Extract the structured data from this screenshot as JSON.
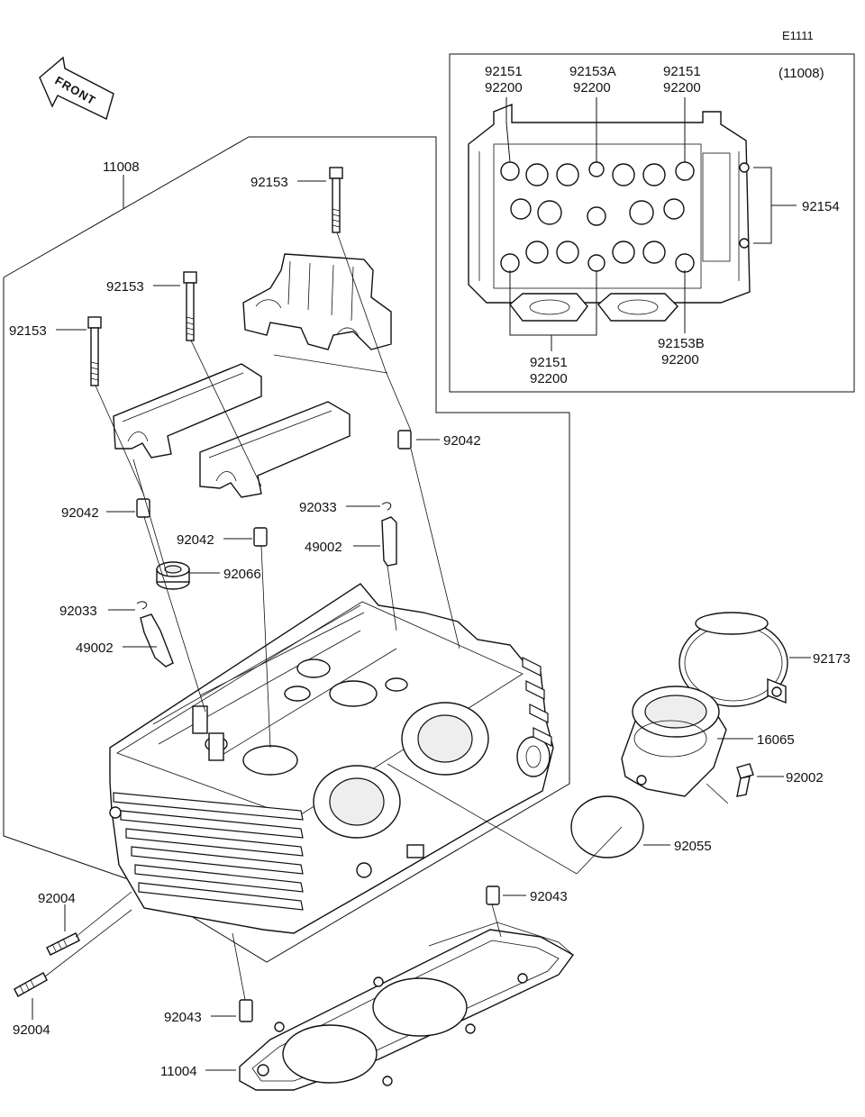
{
  "diagram_code": "E1111",
  "front_label": "FRONT",
  "inset": {
    "ref": "(11008)",
    "labels": {
      "top_left_a": "92151",
      "top_left_b": "92200",
      "top_mid_a": "92153A",
      "top_mid_b": "92200",
      "top_right_a": "92151",
      "top_right_b": "92200",
      "right_side": "92154",
      "bottom_left_a": "92151",
      "bottom_left_b": "92200",
      "bottom_right_a": "92153B",
      "bottom_right_b": "92200"
    }
  },
  "callouts": {
    "cylinder_head_assy": "11008",
    "bolt_upper": "92153",
    "bolt_mid": "92153",
    "bolt_left": "92153",
    "dowel_right": "92042",
    "dowel_left": "92042",
    "dowel_mid": "92042",
    "clip_right": "92033",
    "guide_right": "49002",
    "seal": "92066",
    "clip_left": "92033",
    "guide_left": "49002",
    "band": "92173",
    "holder": "16065",
    "screw": "92002",
    "oring": "92055",
    "dowel_gasket_right": "92043",
    "stud_upper": "92004",
    "stud_lower": "92004",
    "dowel_gasket_left": "92043",
    "gasket": "11004"
  }
}
